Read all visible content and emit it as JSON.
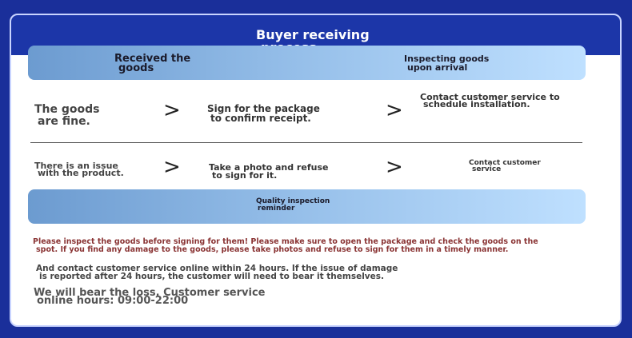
{
  "header": {
    "title_line1": "Buyer receiving",
    "title_line2": "process"
  },
  "band_top": {
    "left_line1": "Received the",
    "left_line2": "goods",
    "right_line1": "Inspecting goods",
    "right_line2": "upon arrival"
  },
  "row_fine": {
    "label_line1": "The goods",
    "label_line2": "are fine.",
    "arrow": ">",
    "step1_line1": "Sign for the package",
    "step1_line2": "to confirm receipt.",
    "step2_line1": "Contact customer service to",
    "step2_line2": "schedule installation."
  },
  "row_issue": {
    "label_line1": "There is an issue",
    "label_line2": "with the product.",
    "arrow": ">",
    "step1_line1": "Take a photo and refuse",
    "step1_line2": "to sign for it.",
    "step2_line1": "Contact customer",
    "step2_line2": "service"
  },
  "band_bottom": {
    "line1": "Quality inspection",
    "line2": "reminder"
  },
  "notes": {
    "warn_line1": "Please inspect the goods before signing for them! Please make sure to open the package and check the goods on the",
    "warn_line2": "spot. If you find any damage to the goods, please take photos and refuse to sign for them in a timely manner.",
    "contact_line1": "And contact customer service online within 24 hours. If the issue of damage",
    "contact_line2": "is reported after 24 hours, the customer will need to bear it themselves.",
    "loss_line1": "We will bear the loss. Customer service",
    "loss_line2": "online hours: 09:00-22:00"
  },
  "colors": {
    "page_background": "#1a2f9a",
    "header_background": "#1c36a8",
    "band_start": "#6c9bd0",
    "band_end": "#bfe0ff",
    "warning_text": "#8a3434"
  }
}
